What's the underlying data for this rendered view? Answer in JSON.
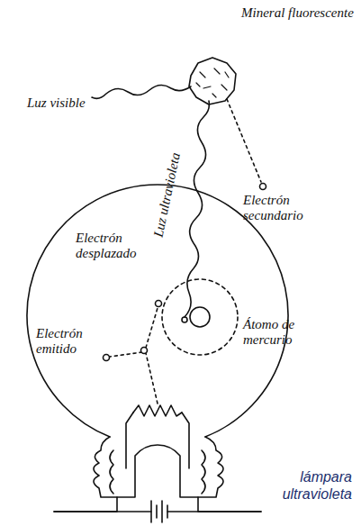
{
  "diagram": {
    "caption": "lámpara ultravioleta",
    "labels": [
      "Mineral fluorescente",
      "Luz visible",
      "Luz ultravioleta",
      "Electrón secundario",
      "Electrón desplazado",
      "Átomo de mercurio",
      "Electrón emitido"
    ]
  }
}
